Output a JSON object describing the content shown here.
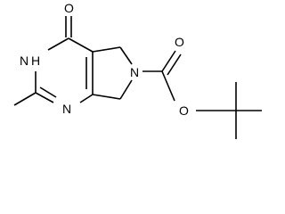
{
  "atoms": {
    "carbonyl_oxygen": "O",
    "ring_nh": "N",
    "ring_nh_h": "H",
    "pyrimidine_n": "N",
    "pyrrolidine_n": "N",
    "carbamate_carbonyl_oxygen": "O",
    "ester_oxygen": "O"
  },
  "colors": {
    "bond": "#000000",
    "label": "#000000",
    "background": "#ffffff"
  }
}
